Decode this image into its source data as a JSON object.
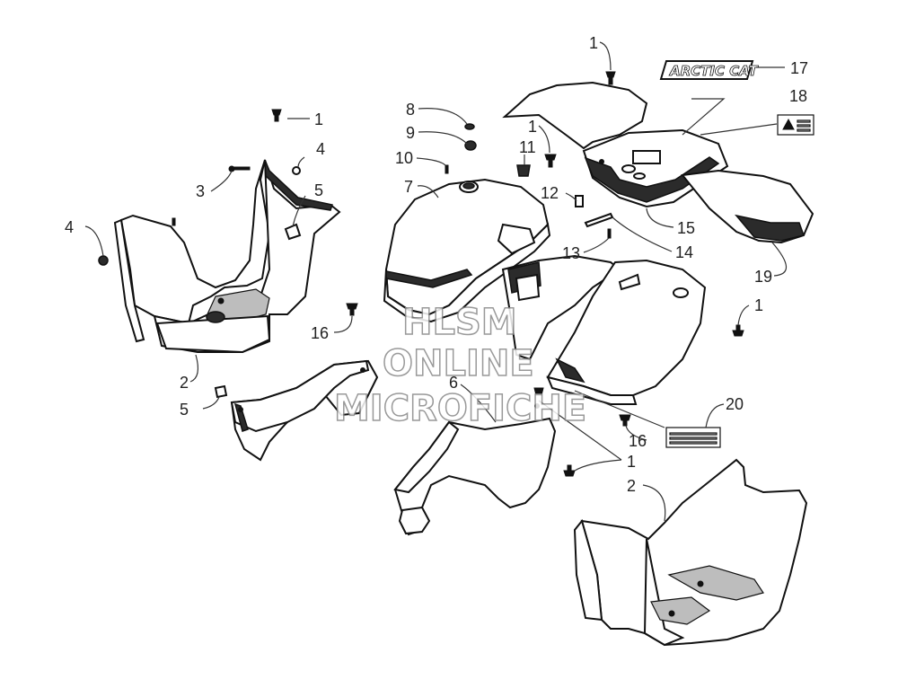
{
  "diagram": {
    "callouts": {
      "c1_top": "1",
      "c17": "17",
      "c18": "18",
      "c1_left": "1",
      "c8": "8",
      "c4_top": "4",
      "c9": "9",
      "c1_mid": "1",
      "c11": "11",
      "c10": "10",
      "c3": "3",
      "c5_top": "5",
      "c7": "7",
      "c12": "12",
      "c4_left": "4",
      "c15": "15",
      "c13": "13",
      "c14": "14",
      "c19": "19",
      "c1_right": "1",
      "c16_left": "16",
      "c2_left": "2",
      "c6": "6",
      "c20": "20",
      "c5_bottom": "5",
      "c16_right": "16",
      "c1_bottom": "1",
      "c2_right": "2"
    },
    "decal_logo": "ARCTIC CAT",
    "watermark": [
      "HLSM",
      "ONLINE",
      "MICROFICHE"
    ]
  }
}
